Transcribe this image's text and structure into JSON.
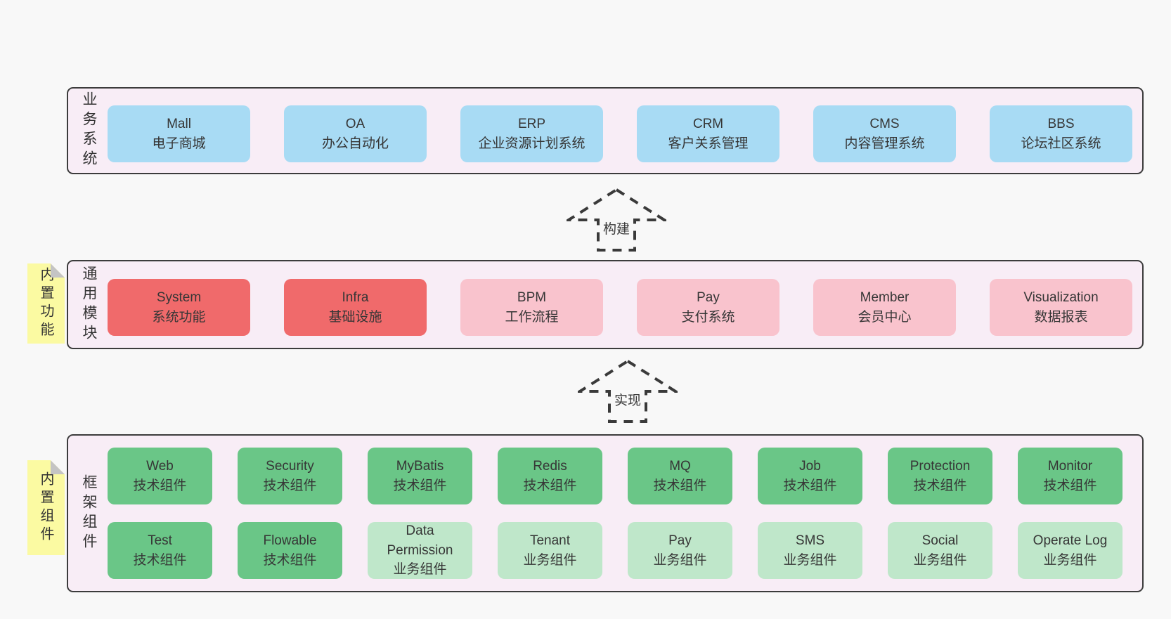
{
  "colors": {
    "page_bg": "#f8f8f8",
    "panel_bg": "#f8edf6",
    "panel_border": "#3c3c3c",
    "box_blue": "#a8dbf4",
    "box_red": "#f06a6b",
    "box_pink": "#f9c3cd",
    "box_green": "#6ac687",
    "box_green_light": "#bfe7ca",
    "note_yellow": "#fbfaa2",
    "note_fold_gray": "#c4c4c4",
    "text": "#363636"
  },
  "arrows": {
    "build": "构建",
    "implement": "实现"
  },
  "sections": {
    "business": {
      "label": "业务系统",
      "boxes": [
        {
          "name": "Mall",
          "desc": "电子商城"
        },
        {
          "name": "OA",
          "desc": "办公自动化"
        },
        {
          "name": "ERP",
          "desc": "企业资源计划系统"
        },
        {
          "name": "CRM",
          "desc": "客户关系管理"
        },
        {
          "name": "CMS",
          "desc": "内容管理系统"
        },
        {
          "name": "BBS",
          "desc": "论坛社区系统"
        }
      ]
    },
    "modules": {
      "label": "通用模块",
      "note": "内置功能",
      "boxes": [
        {
          "name": "System",
          "desc": "系统功能",
          "variant": "red"
        },
        {
          "name": "Infra",
          "desc": "基础设施",
          "variant": "red"
        },
        {
          "name": "BPM",
          "desc": "工作流程",
          "variant": "pink"
        },
        {
          "name": "Pay",
          "desc": "支付系统",
          "variant": "pink"
        },
        {
          "name": "Member",
          "desc": "会员中心",
          "variant": "pink"
        },
        {
          "name": "Visualization",
          "desc": "数据报表",
          "variant": "pink"
        }
      ]
    },
    "components": {
      "label": "框架组件",
      "note": "内置组件",
      "row1": [
        {
          "name": "Web",
          "desc": "技术组件",
          "variant": "green"
        },
        {
          "name": "Security",
          "desc": "技术组件",
          "variant": "green"
        },
        {
          "name": "MyBatis",
          "desc": "技术组件",
          "variant": "green"
        },
        {
          "name": "Redis",
          "desc": "技术组件",
          "variant": "green"
        },
        {
          "name": "MQ",
          "desc": "技术组件",
          "variant": "green"
        },
        {
          "name": "Job",
          "desc": "技术组件",
          "variant": "green"
        },
        {
          "name": "Protection",
          "desc": "技术组件",
          "variant": "green"
        },
        {
          "name": "Monitor",
          "desc": "技术组件",
          "variant": "green"
        }
      ],
      "row2": [
        {
          "name": "Test",
          "desc": "技术组件",
          "variant": "green"
        },
        {
          "name": "Flowable",
          "desc": "技术组件",
          "variant": "green"
        },
        {
          "name": "Data Permission",
          "desc": "业务组件",
          "variant": "green-light"
        },
        {
          "name": "Tenant",
          "desc": "业务组件",
          "variant": "green-light"
        },
        {
          "name": "Pay",
          "desc": "业务组件",
          "variant": "green-light"
        },
        {
          "name": "SMS",
          "desc": "业务组件",
          "variant": "green-light"
        },
        {
          "name": "Social",
          "desc": "业务组件",
          "variant": "green-light"
        },
        {
          "name": "Operate Log",
          "desc": "业务组件",
          "variant": "green-light"
        }
      ]
    }
  }
}
